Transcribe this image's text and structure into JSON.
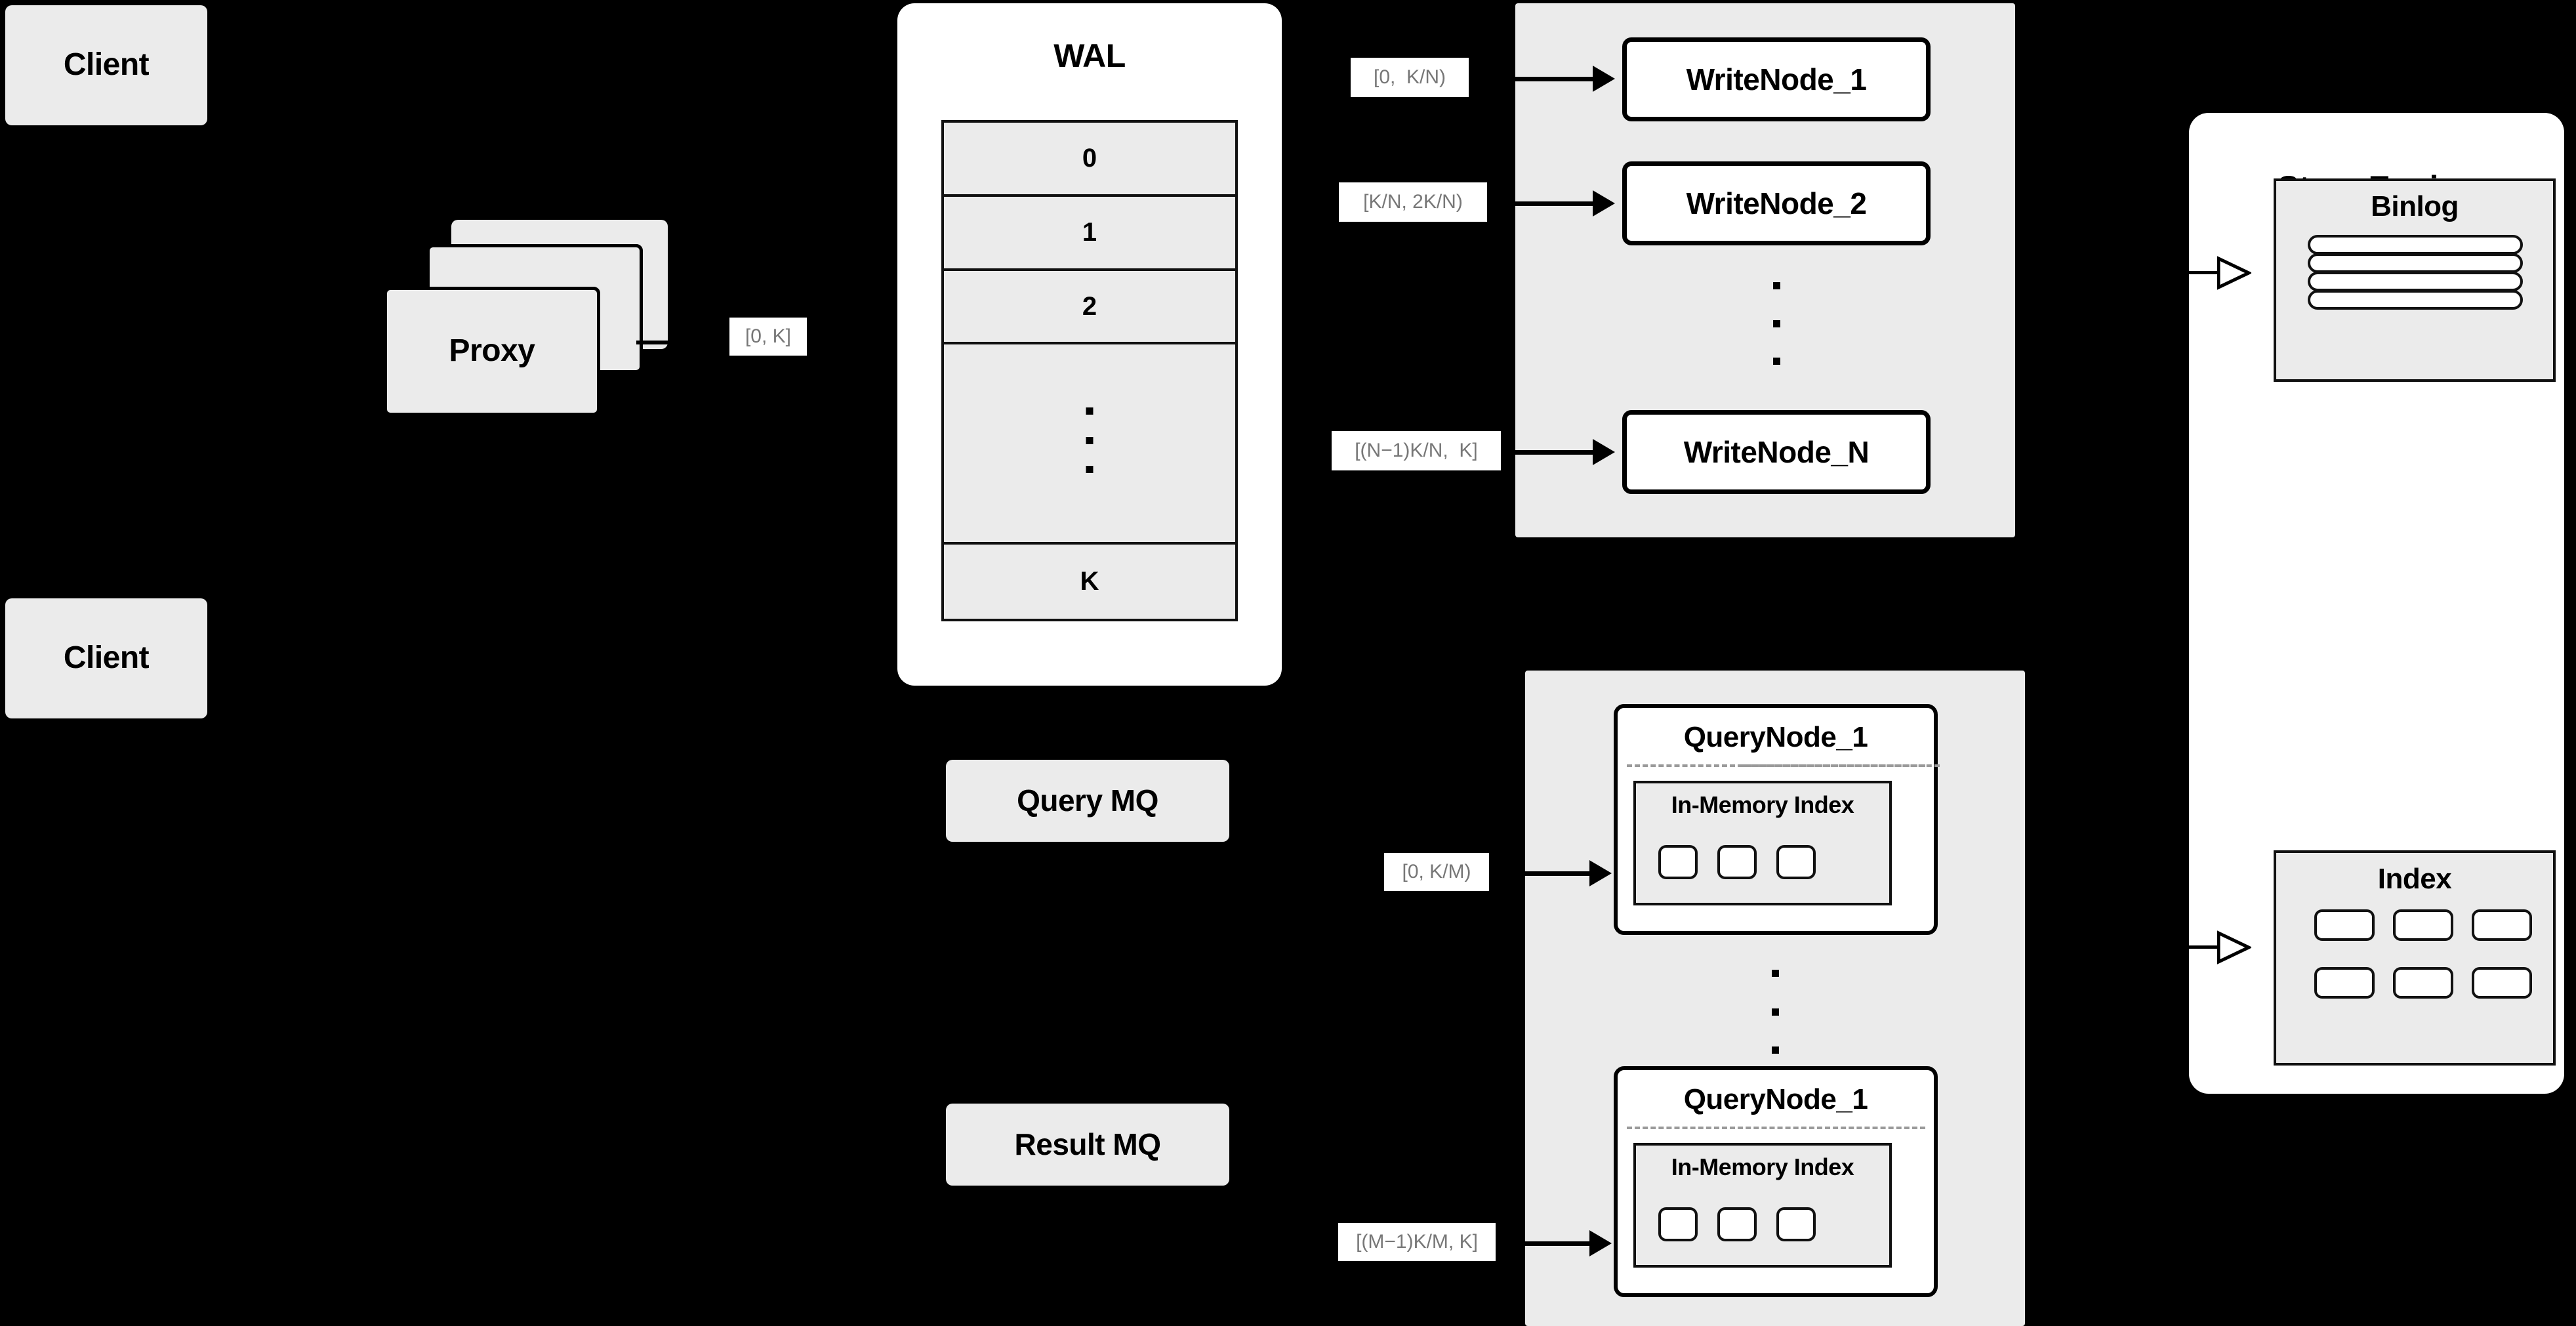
{
  "diagram": {
    "title": "Distributed write/query architecture",
    "background_color": "#000000",
    "box_fill": "#ebebeb",
    "node_fill": "#ffffff",
    "tag_text_color": "#777777"
  },
  "clients": [
    {
      "label": "Client"
    },
    {
      "label": "Client"
    }
  ],
  "proxy": {
    "label": "Proxy",
    "stack_count": 3,
    "out_range_tag": "[0, K]"
  },
  "wal": {
    "title": "WAL",
    "rows": [
      "0",
      "1",
      "2",
      "⋮",
      "K"
    ],
    "ellipsis_row_index": 3
  },
  "write_cluster": {
    "nodes": [
      {
        "label": "WriteNode_1",
        "range_tag": "[0,  K/N)"
      },
      {
        "label": "WriteNode_2",
        "range_tag": "[K/N, 2K/N)"
      },
      {
        "label": "WriteNode_N",
        "range_tag": "[(N−1)K/N,  K]"
      }
    ],
    "ellipsis": "⋮"
  },
  "query_cluster": {
    "nodes": [
      {
        "label": "QueryNode_1",
        "range_tag": "[0, K/M)",
        "inner": {
          "label": "In-Memory Index",
          "segment_count": 3
        }
      },
      {
        "label": "QueryNode_1",
        "range_tag": "[(M−1)K/M, K]",
        "inner": {
          "label": "In-Memory Index",
          "segment_count": 3
        }
      }
    ],
    "ellipsis": "⋮"
  },
  "message_queues": [
    {
      "label": "Query MQ"
    },
    {
      "label": "Result MQ"
    }
  ],
  "store_engine": {
    "title": "Store Engine",
    "binlog": {
      "label": "Binlog",
      "stripe_count": 4
    },
    "index": {
      "label": "Index",
      "cell_count": 6,
      "rows": 2,
      "cols": 3
    }
  }
}
